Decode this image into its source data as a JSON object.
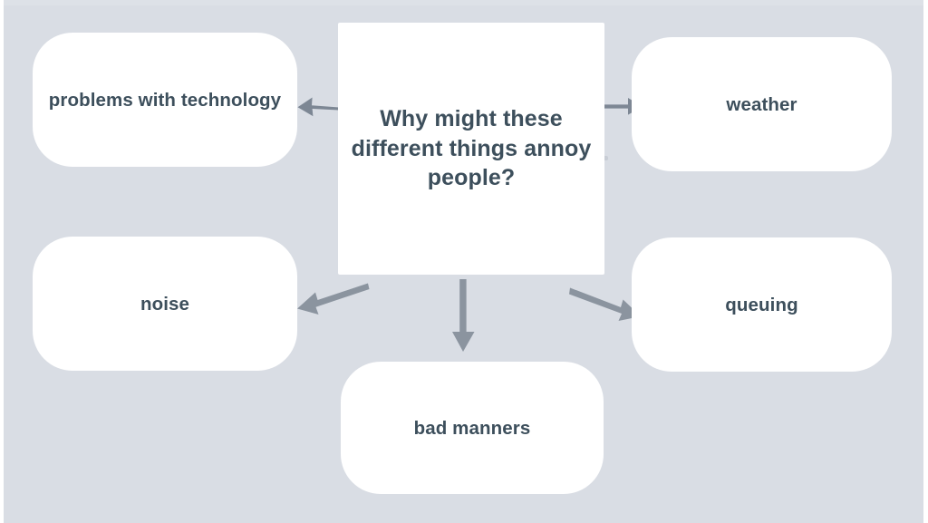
{
  "slide": {
    "background_color": "#d9dde4",
    "node_fill": "#ffffff",
    "text_color": "#3d4f5c",
    "arrow_color": "#7d8794"
  },
  "diagram": {
    "type": "mind-map",
    "center": {
      "id": "center",
      "label": "Why might these different things annoy people?"
    },
    "branches": [
      {
        "id": "technology",
        "label": "problems with technology",
        "direction": "left",
        "arrow": "arrow-left"
      },
      {
        "id": "weather",
        "label": "weather",
        "direction": "right",
        "arrow": "arrow-right"
      },
      {
        "id": "noise",
        "label": "noise",
        "direction": "down-left",
        "arrow": "arrow-down-left"
      },
      {
        "id": "queuing",
        "label": "queuing",
        "direction": "down-right",
        "arrow": "arrow-down-right"
      },
      {
        "id": "bad-manners",
        "label": "bad manners",
        "direction": "down",
        "arrow": "arrow-down"
      }
    ]
  }
}
